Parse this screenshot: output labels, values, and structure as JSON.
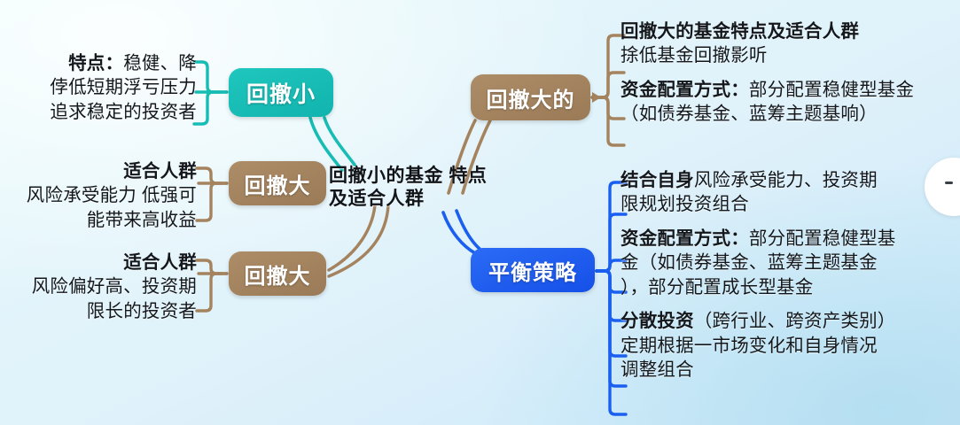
{
  "diagram": {
    "type": "mind-map",
    "central_topic": {
      "line1": "回撤小的基金",
      "line2": "特点及适合人群"
    },
    "colors": {
      "teal": "#17bdb5",
      "brown": "#a4835e",
      "blue": "#1a5ff0",
      "background_from": "#e6fbfb",
      "background_to": "#cbe7f8",
      "text": "#14181c"
    },
    "nodes": {
      "huichexiao": "回撤小",
      "huicheda_a": "回撤大",
      "huicheda_b": "回撤大",
      "huichedade": "回撤大的",
      "pinghengcelue": "平衡策略"
    },
    "branches": {
      "left_top": {
        "node": "回撤小",
        "color": "#17bdb5",
        "lines": [
          {
            "bold": "特点：",
            "rest": "稳健、降"
          },
          {
            "bold": "",
            "rest": "侼低短期浮亏压力"
          },
          {
            "bold": "",
            "rest": "追求稳定的投资者"
          }
        ]
      },
      "left_middle": {
        "node": "回撤大",
        "color": "#a4835e",
        "lines": [
          {
            "bold": "适合人群",
            "rest": ""
          },
          {
            "bold": "",
            "rest": "风险承受能力 低强可"
          },
          {
            "bold": "",
            "rest": "能带来高收益"
          }
        ]
      },
      "left_bottom": {
        "node": "回撤大",
        "color": "#a4835e",
        "lines": [
          {
            "bold": "适合人群",
            "rest": ""
          },
          {
            "bold": "",
            "rest": "风险偏好高、投资期"
          },
          {
            "bold": "",
            "rest": "限长的投资者"
          }
        ]
      },
      "right_top": {
        "node": "回撤大的",
        "color": "#a4835e",
        "lines": [
          {
            "bold": "回撤大的基金特点及适合人群",
            "rest": ""
          },
          {
            "bold": "",
            "rest": "捈低基金回撤影听"
          },
          {
            "bold": "资金配置方式：",
            "rest": "部分配置稳健型基金"
          },
          {
            "bold": "",
            "rest": "（如债券基金、蓝筹主题基响）"
          }
        ]
      },
      "right_bottom": {
        "node": "平衡策略",
        "color": "#1a5ff0",
        "lines": [
          {
            "bold": "结合自身",
            "rest": "风险承受能力、投资期"
          },
          {
            "bold": "",
            "rest": "限规划投资组合"
          },
          {
            "bold": "资金配置方式：",
            "rest": "部分配置稳健型基"
          },
          {
            "bold": "",
            "rest": "金（如债券基金、蓝筹主题基金"
          },
          {
            "bold": "",
            "rest": "），部分配置成长型基金"
          },
          {
            "bold": "分散投资",
            "rest": "（跨行业、跨资产类别）"
          },
          {
            "bold": "",
            "rest": "定期根据一市场变化和自身情况"
          },
          {
            "bold": "",
            "rest": "调整组合"
          }
        ]
      }
    }
  }
}
